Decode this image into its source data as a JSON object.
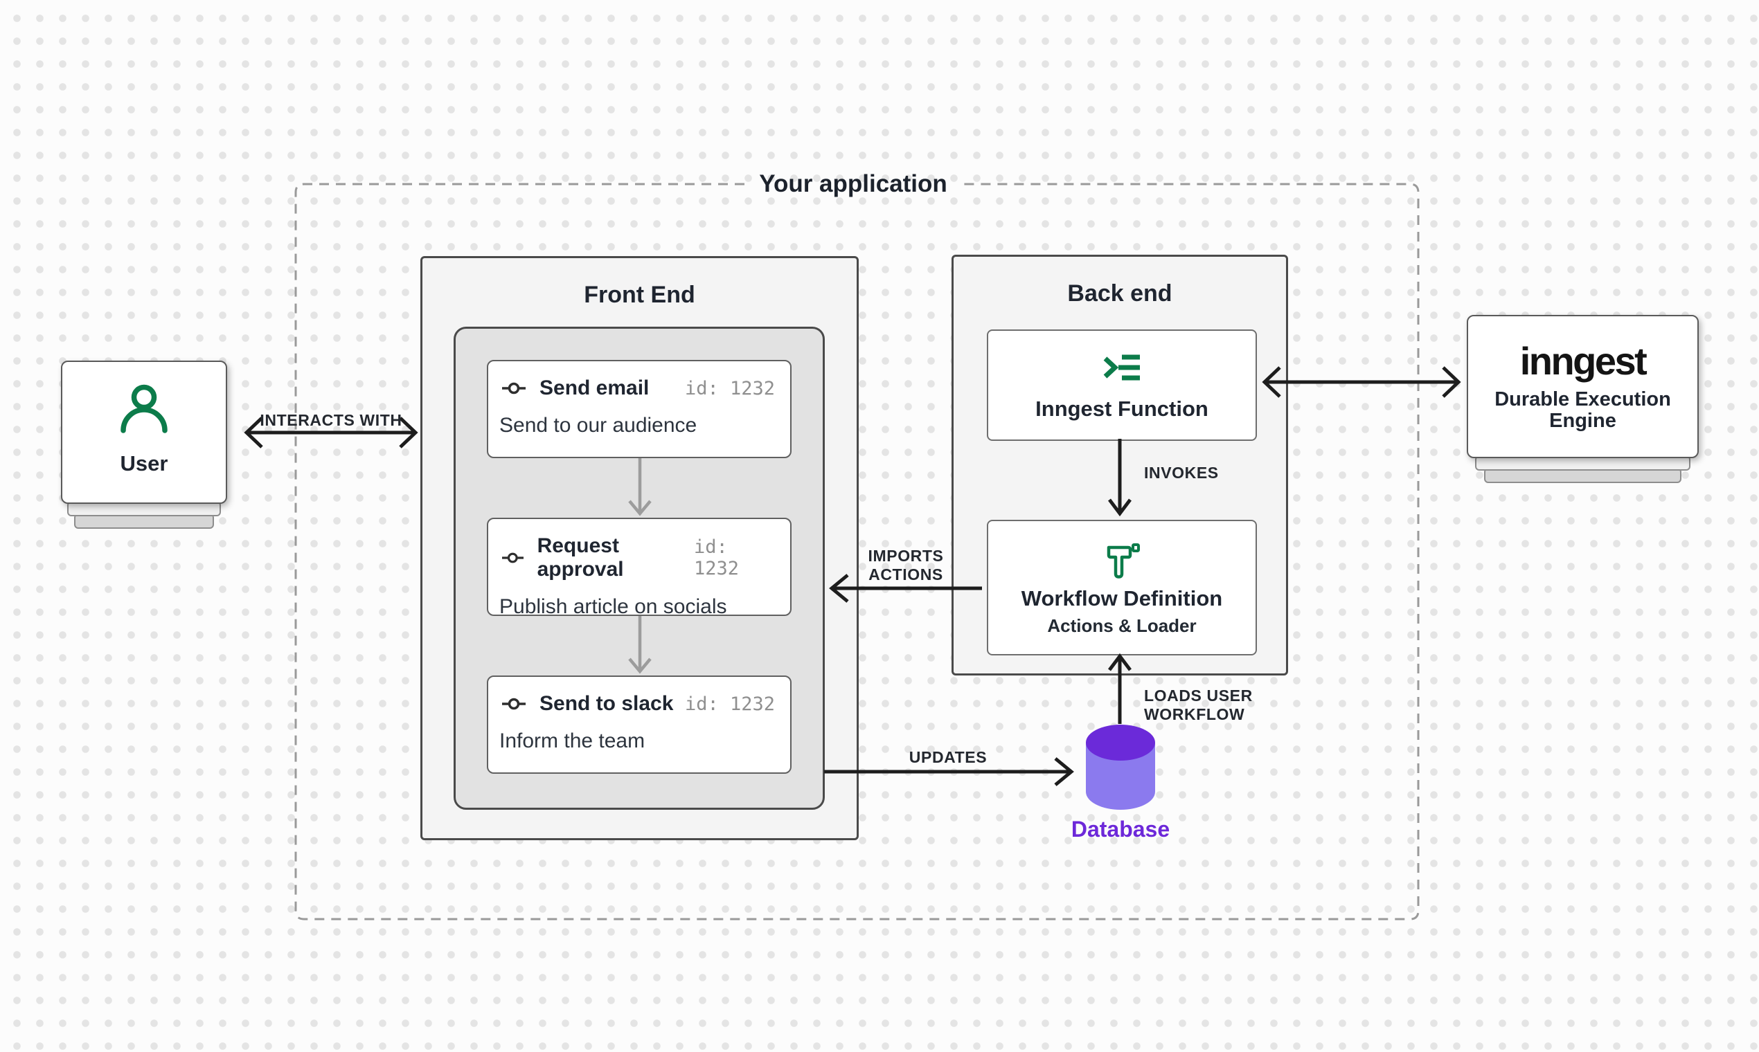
{
  "colors": {
    "accent_green": "#0c7c4a",
    "db_purple_top": "#6b2ad9",
    "db_purple_body": "#8b7aee",
    "db_label_purple": "#6d28d9",
    "box_fill": "#f4f4f4",
    "inner_fill": "#e2e2e2",
    "arrow_dark": "#1d1d1d",
    "arrow_gray": "#9c9c9c",
    "dash_gray": "#9a9a9a"
  },
  "container": {
    "label": "Your application"
  },
  "nodes": {
    "user": {
      "label": "User",
      "icon": "user-icon"
    },
    "database": {
      "label": "Database",
      "icon": "database-cylinder-icon"
    },
    "inngest_engine": {
      "logo": "inngest",
      "subtitle_line1": "Durable Execution",
      "subtitle_line2": "Engine"
    }
  },
  "frontend": {
    "title": "Front End",
    "cards": [
      {
        "icon": "workflow-step-icon",
        "title": "Send email",
        "id_text": "id: 1232",
        "description": "Send to our audience"
      },
      {
        "icon": "workflow-step-icon",
        "title": "Request approval",
        "id_text": "id: 1232",
        "description": "Publish article on socials"
      },
      {
        "icon": "workflow-step-icon",
        "title": "Send to slack",
        "id_text": "id: 1232",
        "description": "Inform the team"
      }
    ]
  },
  "backend": {
    "title": "Back end",
    "inngest_function": {
      "icon": "terminal-list-icon",
      "label": "Inngest Function"
    },
    "workflow_definition": {
      "icon": "hammer-icon",
      "title": "Workflow Definition",
      "subtitle": "Actions & Loader"
    }
  },
  "flows": {
    "interacts_with": "INTERACTS WITH",
    "invokes": "INVOKES",
    "imports_actions_line1": "IMPORTS",
    "imports_actions_line2": "ACTIONS",
    "updates": "UPDATES",
    "loads_user_workflow_line1": "LOADS USER",
    "loads_user_workflow_line2": "WORKFLOW"
  }
}
